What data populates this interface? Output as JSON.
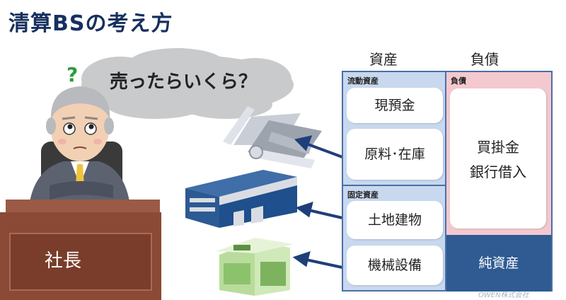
{
  "title": "清算BSの考え方",
  "thought_bubble": "売ったらいくら？",
  "desk_label": "社長",
  "balance_sheet": {
    "assets_header": "資産",
    "liabilities_header": "負債",
    "current_assets_label": "流動資産",
    "fixed_assets_label": "固定資産",
    "liabilities_label": "負債",
    "items": {
      "cash": "現預金",
      "materials": "原料･在庫",
      "land": "土地建物",
      "equipment": "機械設備"
    },
    "liabilities_items": [
      "買掛金",
      "銀行借入"
    ],
    "equity": "純資産"
  },
  "watermark": "OWEN株式会社",
  "colors": {
    "title": "#17305f",
    "assets_bg": "#c8d8ee",
    "liabilities_bg": "#f3c9cf",
    "equity_bg": "#2f5b92",
    "arrow": "#1f3f7a"
  }
}
